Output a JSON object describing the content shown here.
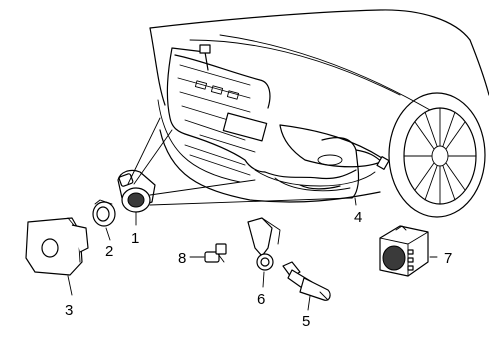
{
  "callouts": [
    {
      "id": "1",
      "text": "1"
    },
    {
      "id": "2",
      "text": "2"
    },
    {
      "id": "3",
      "text": "3"
    },
    {
      "id": "4",
      "text": "4"
    },
    {
      "id": "5",
      "text": "5"
    },
    {
      "id": "6",
      "text": "6"
    },
    {
      "id": "7",
      "text": "7"
    },
    {
      "id": "8",
      "text": "8"
    }
  ],
  "colors": {
    "line": "#000000",
    "background": "#ffffff",
    "sensor_face": "#3a3a3a"
  }
}
